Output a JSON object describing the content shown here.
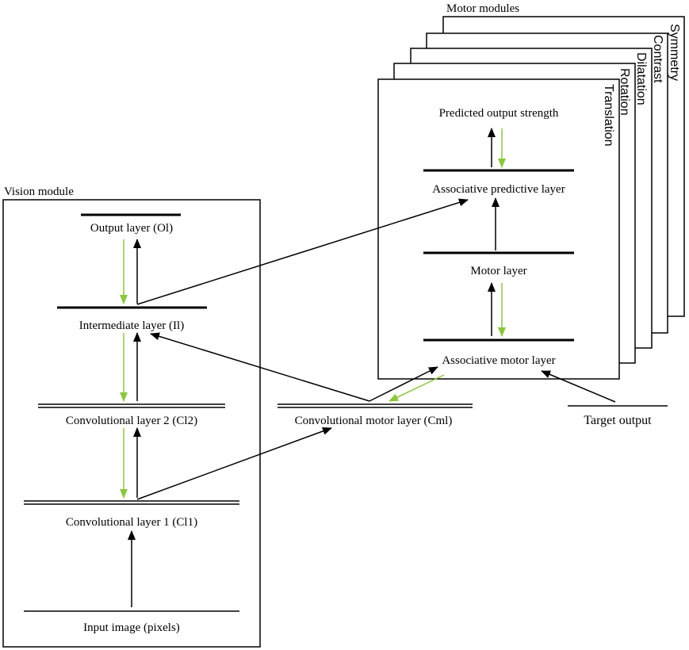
{
  "colors": {
    "feedback": "#8cc63f",
    "feedforward": "#000000"
  },
  "vision_module": {
    "title": "Vision module",
    "layers": {
      "output": "Output layer (Ol)",
      "intermediate": "Intermediate layer (Il)",
      "conv2": "Convolutional layer 2 (Cl2)",
      "conv1": "Convolutional layer 1 (Cl1)",
      "input": "Input image (pixels)"
    }
  },
  "convolutional_motor_layer": "Convolutional motor layer (Cml)",
  "target_output": "Target output",
  "motor_modules": {
    "title": "Motor modules",
    "tabs": [
      "Translation",
      "Rotation",
      "Dilatation",
      "Contrast",
      "Symmetry"
    ],
    "layers": {
      "predicted_output": "Predicted output strength",
      "associative_predictive": "Associative predictive layer",
      "motor": "Motor layer",
      "associative_motor": "Associative motor layer"
    }
  }
}
